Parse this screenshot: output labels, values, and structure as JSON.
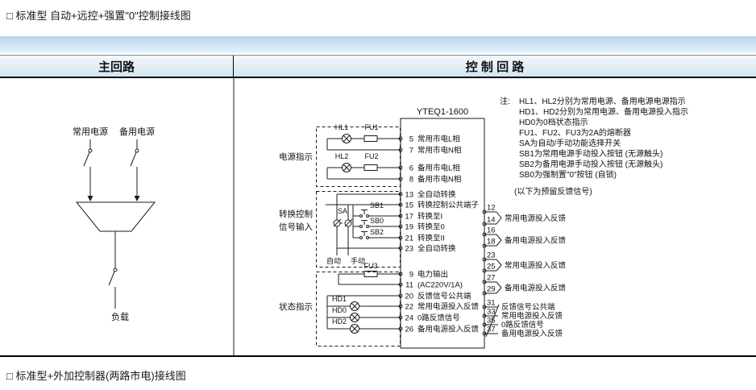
{
  "page": {
    "title_top": "□ 标准型 自动+远控+强置\"0\"控制接线图",
    "title_bottom": "□ 标准型+外加控制器(两路市电)接线图"
  },
  "header": {
    "main": "主回路",
    "control": "控 制 回 路"
  },
  "main_circuit": {
    "normal_power": "常用电源",
    "backup_power": "备用电源",
    "load": "负载"
  },
  "controller": {
    "model": "YTEQ1-1600",
    "groups": {
      "power": "电源指示",
      "transfer1": "转换控制",
      "transfer2": "信号输入",
      "status": "状态指示"
    },
    "parts": {
      "hl1": "HL1",
      "fu1": "FU1",
      "hl2": "HL2",
      "fu2": "FU2",
      "sa": "SA",
      "sb1": "SB1",
      "sb0": "SB0",
      "sb2": "SB2",
      "auto": "自动",
      "manual": "手动",
      "fu3": "FU3",
      "hd1": "HD1",
      "hd0": "HD0",
      "hd2": "HD2"
    },
    "left_terminals": [
      {
        "no": "5",
        "label": "常用市电L相"
      },
      {
        "no": "7",
        "label": "常用市电N相"
      },
      {
        "no": "6",
        "label": "备用市电L相"
      },
      {
        "no": "8",
        "label": "备用市电N相"
      },
      {
        "no": "13",
        "label": "全自动转换"
      },
      {
        "no": "15",
        "label": "转换控制公共端子"
      },
      {
        "no": "17",
        "label": "转换至I"
      },
      {
        "no": "19",
        "label": "转换至0"
      },
      {
        "no": "21",
        "label": "转换至II"
      },
      {
        "no": "23",
        "label": "全自动转换"
      },
      {
        "no": "9",
        "label": "电力输出"
      },
      {
        "no": "11",
        "label": "(AC220V/1A)"
      },
      {
        "no": "20",
        "label": "反馈信号公共端"
      },
      {
        "no": "22",
        "label": "常用电源投入反馈"
      },
      {
        "no": "24",
        "label": "0路反馈信号"
      },
      {
        "no": "26",
        "label": "备用电源投入反馈"
      }
    ],
    "reserved_note": "(以下为预留反馈信号)",
    "right_pairs": [
      {
        "no1": "12",
        "no2": "14",
        "label": "常用电源投入反馈"
      },
      {
        "no1": "16",
        "no2": "18",
        "label": "备用电源投入反馈"
      },
      {
        "no1": "23",
        "no2": "25",
        "label": "常用电源投入反馈"
      },
      {
        "no1": "27",
        "no2": "29",
        "label": "备用电源投入反馈"
      }
    ],
    "reserved_terminals": [
      {
        "no": "31",
        "label": "反馈信号公共端"
      },
      {
        "no": "33",
        "label": "常用电源投入反馈"
      },
      {
        "no": "35",
        "label": "0路反馈信号"
      },
      {
        "no": "37",
        "label": "备用电源投入反馈"
      }
    ]
  },
  "notes": {
    "prefix": "注:",
    "lines": [
      "HL1、HL2分别为常用电源、备用电源电源指示",
      "HD1、HD2分别为常用电源、备用电源投入指示",
      "HD0为0档状态指示",
      "FU1、FU2、FU3为2A的熔断器",
      "SA为自动/手动功能选择开关",
      "SB1为常用电源手动投入按钮 (无源触头)",
      "SB2为备用电源手动投入按钮 (无源触头)",
      "SB0为强制置\"0\"按钮 (自锁)"
    ]
  }
}
